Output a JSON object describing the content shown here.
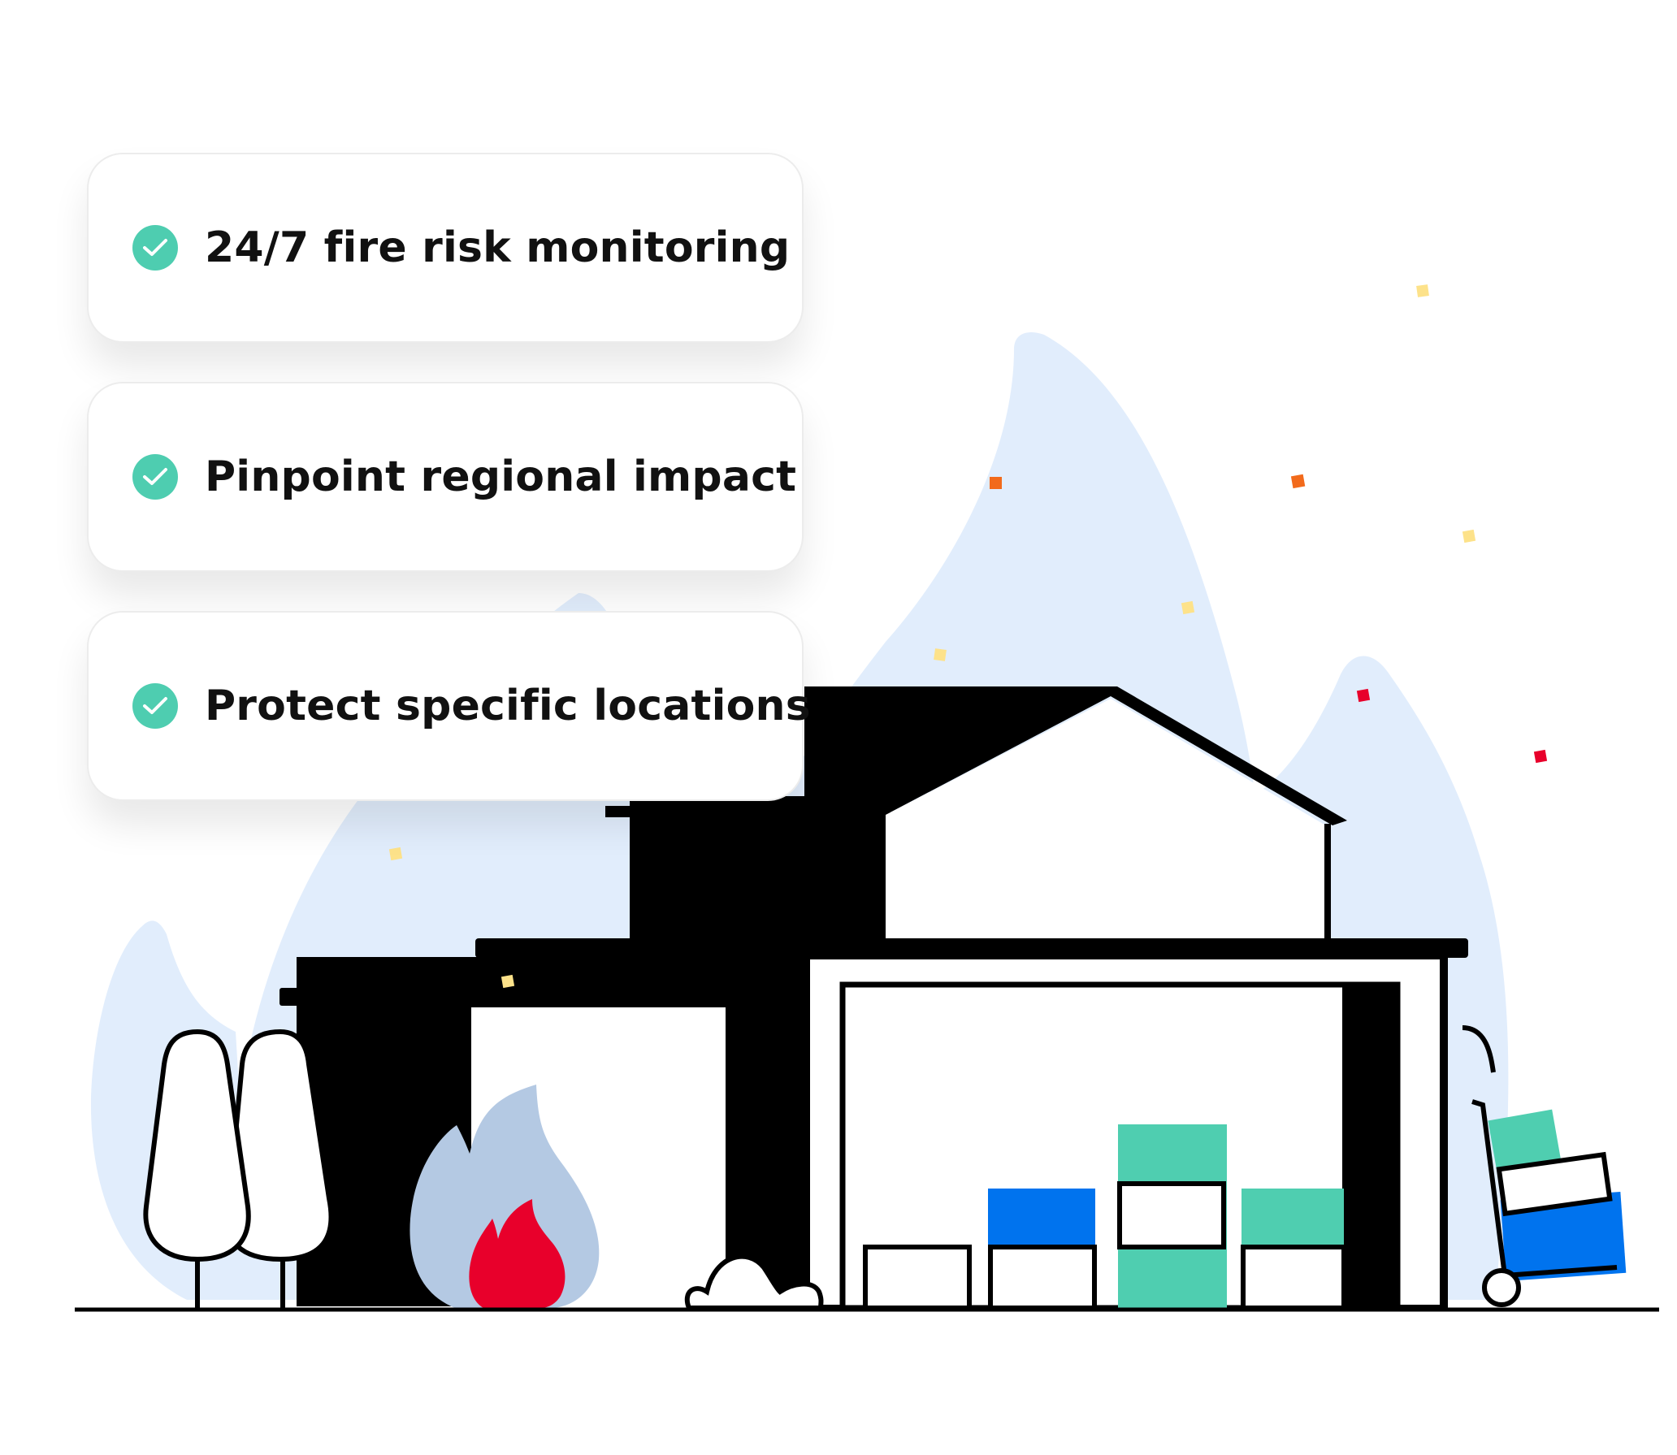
{
  "features": [
    {
      "label": "24/7 fire risk monitoring",
      "icon": "check-circle-icon"
    },
    {
      "label": "Pinpoint regional impact",
      "icon": "check-circle-icon"
    },
    {
      "label": "Protect specific locations",
      "icon": "check-circle-icon"
    }
  ],
  "colors": {
    "check": "#4ecdb0",
    "hills": "#e1edfc",
    "flame_outer": "#b4c9e3",
    "flame_inner": "#e8002b",
    "box_green": "#4fceb0",
    "box_blue": "#0073ee",
    "outline": "#000000",
    "confetti_yellow": "#fde28a",
    "confetti_orange": "#f26a1b",
    "confetti_red": "#e8002b"
  }
}
